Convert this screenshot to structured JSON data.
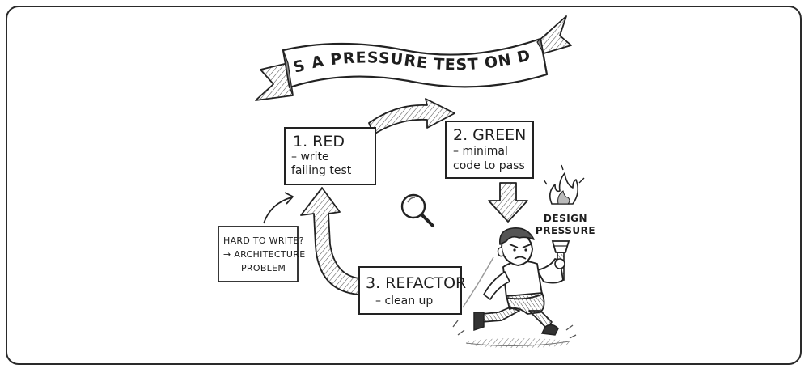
{
  "banner": {
    "title": "TDD IS A PRESSURE TEST ON DESIGN"
  },
  "steps": [
    {
      "title": "1. RED",
      "line1": "– write",
      "line2": "failing test"
    },
    {
      "title": "2. GREEN",
      "line1": "– minimal",
      "line2": "code to pass"
    },
    {
      "title": "3. REFACTOR",
      "line1": "– clean up"
    }
  ],
  "note": {
    "line1": "HARD TO WRITE?",
    "line2": "→ ARCHITECTURE",
    "line3": "PROBLEM"
  },
  "torch": {
    "line1": "DESIGN",
    "line2": "PRESSURE"
  },
  "icons": [
    "magnifier-icon",
    "torch-icon",
    "flame-icon"
  ],
  "colors": {
    "ink": "#1e1e1e",
    "paper": "#ffffff"
  }
}
